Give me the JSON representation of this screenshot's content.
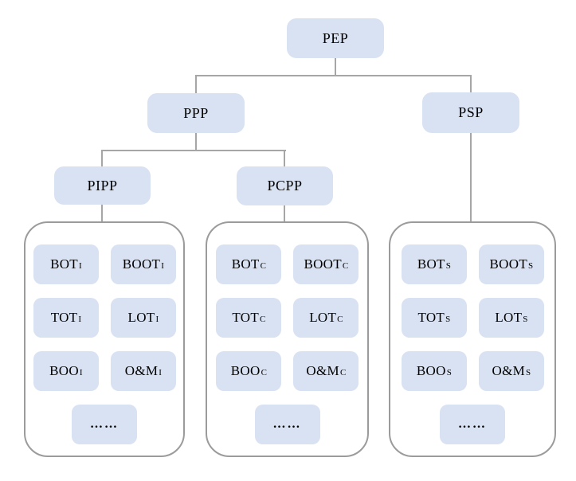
{
  "colors": {
    "box_fill": "#d9e2f2",
    "line": "#a6a6a6",
    "group_border": "#9b9b9b",
    "text": "#000000"
  },
  "root": {
    "label": "PEP"
  },
  "level2": [
    {
      "label": "PPP"
    },
    {
      "label": "PSP"
    }
  ],
  "level3": [
    {
      "label": "PIPP"
    },
    {
      "label": "PCPP"
    }
  ],
  "groups": [
    {
      "items": [
        {
          "base": "BOT",
          "sub": "I"
        },
        {
          "base": "BOOT",
          "sub": "I"
        },
        {
          "base": "TOT",
          "sub": "I"
        },
        {
          "base": "LOT",
          "sub": "I"
        },
        {
          "base": "BOO",
          "sub": "I"
        },
        {
          "base": "O&M",
          "sub": "I"
        }
      ],
      "ellipsis": "……"
    },
    {
      "items": [
        {
          "base": "BOT",
          "sub": "C"
        },
        {
          "base": "BOOT",
          "sub": "C"
        },
        {
          "base": "TOT",
          "sub": "C"
        },
        {
          "base": "LOT",
          "sub": "C"
        },
        {
          "base": "BOO",
          "sub": "C"
        },
        {
          "base": "O&M",
          "sub": "C"
        }
      ],
      "ellipsis": "……"
    },
    {
      "items": [
        {
          "base": "BOT",
          "sub": "S"
        },
        {
          "base": "BOOT",
          "sub": "S"
        },
        {
          "base": "TOT",
          "sub": "S"
        },
        {
          "base": "LOT",
          "sub": "S"
        },
        {
          "base": "BOO",
          "sub": "S"
        },
        {
          "base": "O&M",
          "sub": "S"
        }
      ],
      "ellipsis": "……"
    }
  ]
}
